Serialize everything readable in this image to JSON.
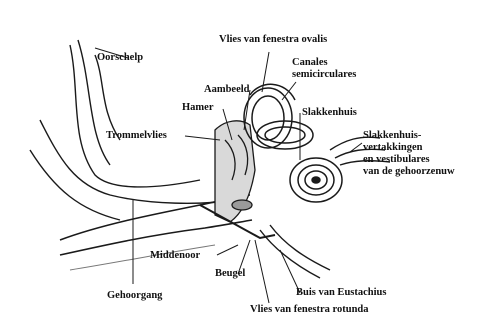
{
  "labels": {
    "oorschelp": "Oorschelp",
    "vlies_ovalis": "Vlies van fenestra ovalis",
    "canales": "Canales\nsemicirculares",
    "aambeeld": "Aambeeld",
    "hamer": "Hamer",
    "slakkenhuis": "Slakkenhuis",
    "trommelvlies": "Trommelvlies",
    "slakkenhuis_vertakkingen": "Slakkenhuis-\nvertakkingen\nen vestibulares\nvan de gehoorzenuw",
    "middenoor": "Middenoor",
    "beugel": "Beugel",
    "gehoorgang": "Gehoorgang",
    "buis_eustachius": "Buis van Eustachius",
    "vlies_rotunda": "Vlies van fenestra rotunda"
  },
  "colors": {
    "line": "#1a1a1a",
    "shade": "#9a9a9a",
    "fill": "#d9d9d9"
  }
}
